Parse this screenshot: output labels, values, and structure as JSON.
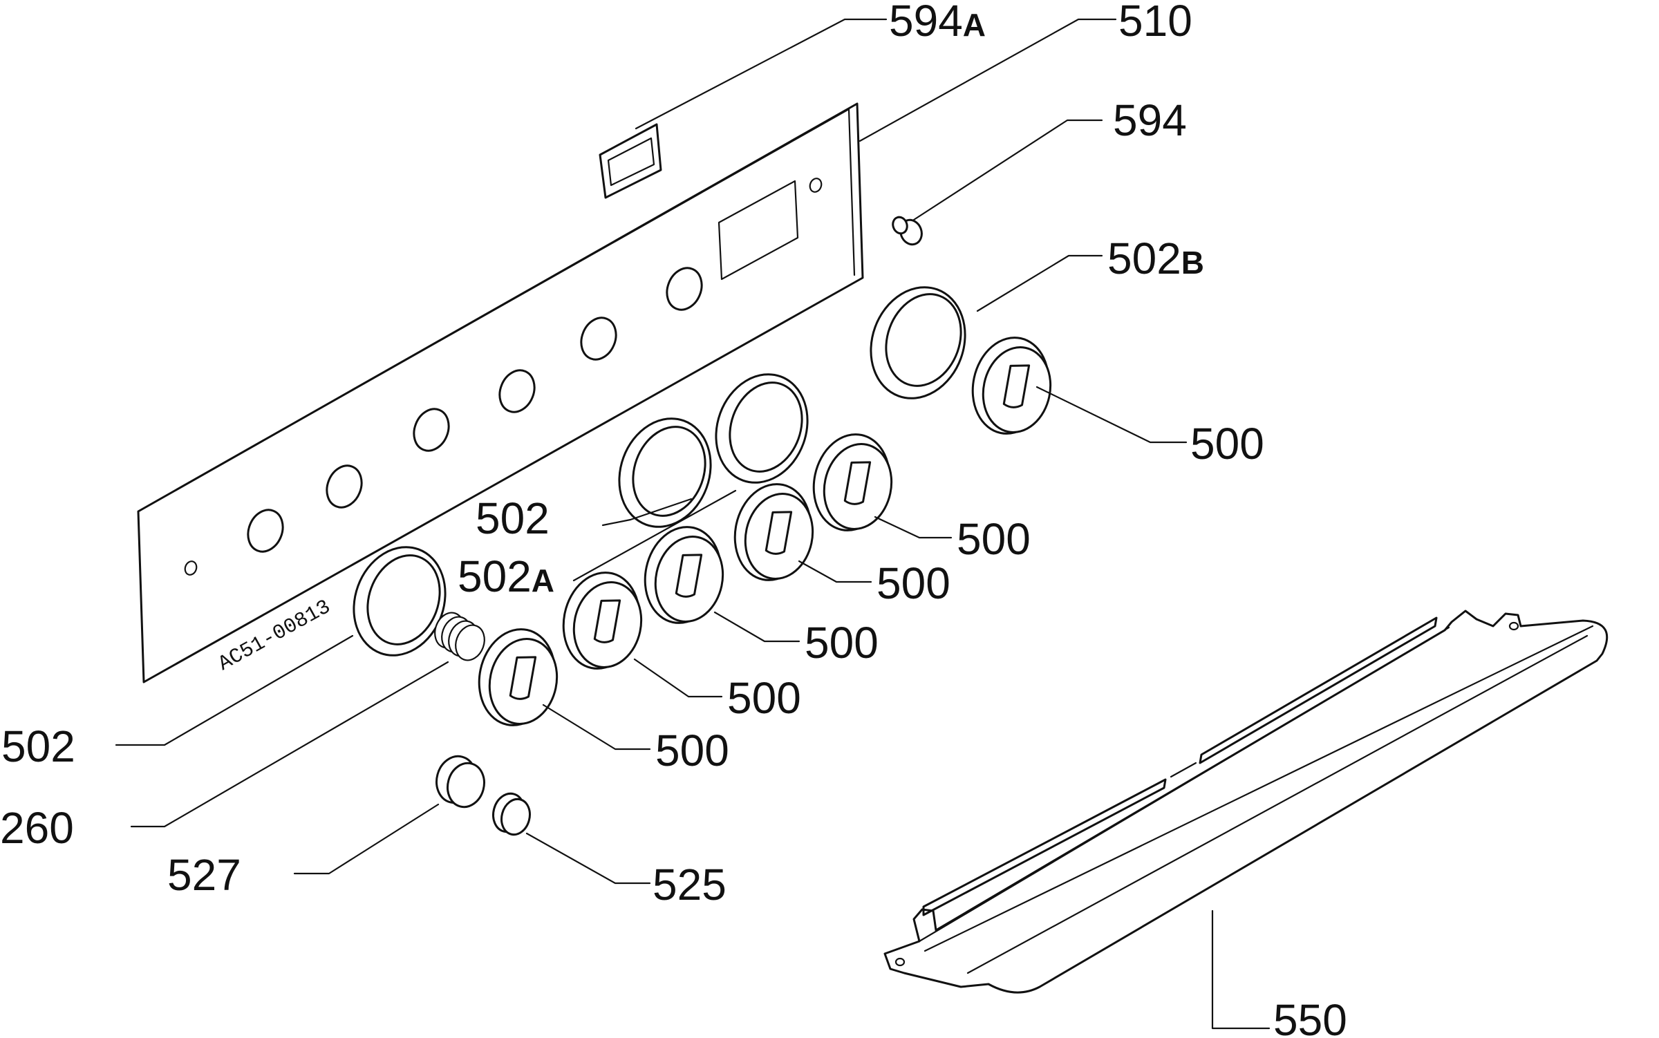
{
  "panel_stamp": "AC51-00813",
  "callouts": [
    {
      "id": "c-594a",
      "text": "594",
      "suffix": "A"
    },
    {
      "id": "c-510",
      "text": "510",
      "suffix": ""
    },
    {
      "id": "c-594",
      "text": "594",
      "suffix": ""
    },
    {
      "id": "c-502b",
      "text": "502",
      "suffix": "B"
    },
    {
      "id": "c-500-a",
      "text": "500",
      "suffix": ""
    },
    {
      "id": "c-502-mid",
      "text": "502",
      "suffix": ""
    },
    {
      "id": "c-500-b",
      "text": "500",
      "suffix": ""
    },
    {
      "id": "c-502a",
      "text": "502",
      "suffix": "A"
    },
    {
      "id": "c-500-c",
      "text": "500",
      "suffix": ""
    },
    {
      "id": "c-500-d",
      "text": "500",
      "suffix": ""
    },
    {
      "id": "c-500-e",
      "text": "500",
      "suffix": ""
    },
    {
      "id": "c-500-f",
      "text": "500",
      "suffix": ""
    },
    {
      "id": "c-502-left",
      "text": "502",
      "suffix": ""
    },
    {
      "id": "c-260",
      "text": "260",
      "suffix": ""
    },
    {
      "id": "c-527",
      "text": "527",
      "suffix": ""
    },
    {
      "id": "c-525",
      "text": "525",
      "suffix": ""
    },
    {
      "id": "c-550",
      "text": "550",
      "suffix": ""
    }
  ]
}
